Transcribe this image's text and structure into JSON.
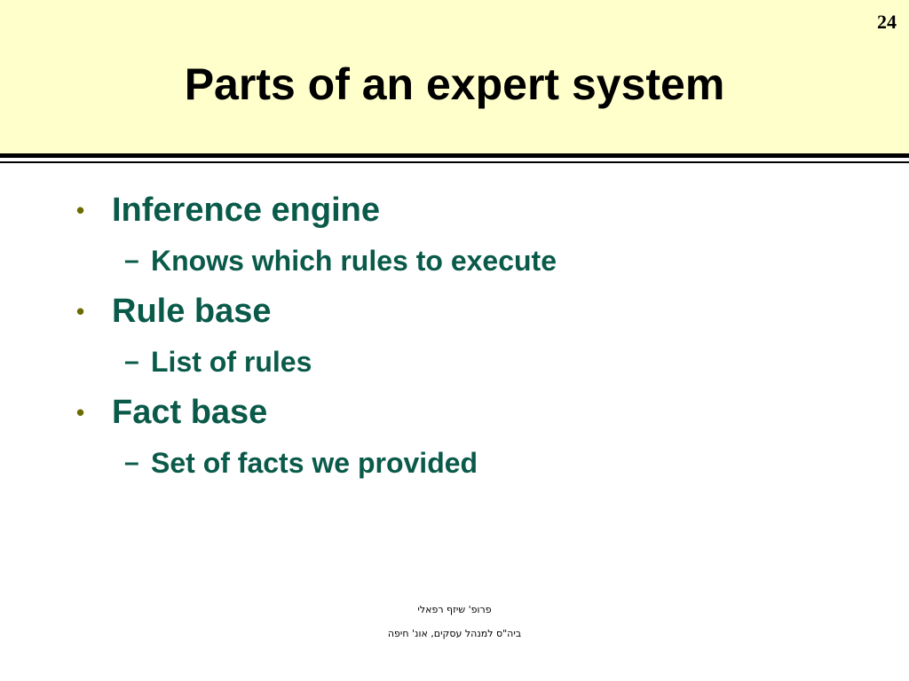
{
  "slide": {
    "page_number": "24",
    "title": "Parts of an expert system",
    "bullets": [
      {
        "text": "Inference engine",
        "sub": "Knows which rules to execute"
      },
      {
        "text": "Rule base",
        "sub": "List of rules"
      },
      {
        "text": "Fact base",
        "sub": "Set of facts we provided"
      }
    ],
    "bullet_symbol": "•",
    "dash_symbol": "–",
    "footer": {
      "line1": "פרופ' שיזף רפאלי",
      "line2": "ביה\"ס למנהל עסקים, אונ' חיפה"
    }
  },
  "colors": {
    "header_background": "#ffffcc",
    "body_text": "#0a5a4a",
    "bullet_marker": "#6b6b00"
  }
}
